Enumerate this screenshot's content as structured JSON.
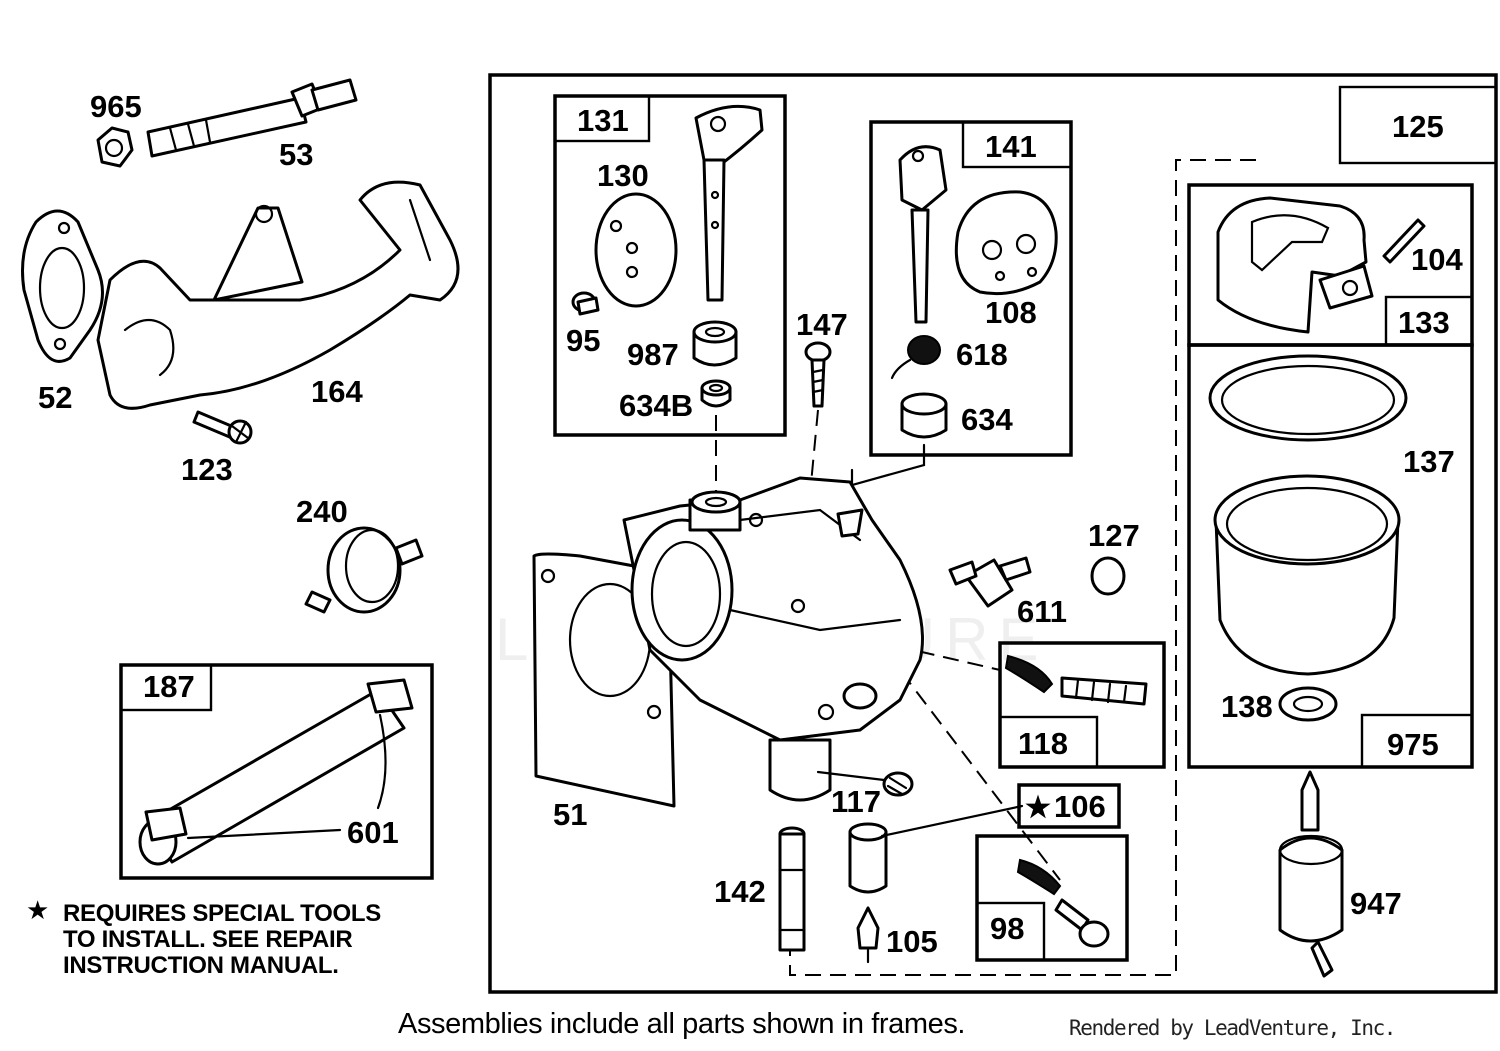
{
  "part_labels": {
    "p965": "965",
    "p53": "53",
    "p52": "52",
    "p164": "164",
    "p123": "123",
    "p240": "240",
    "p187": "187",
    "p601": "601",
    "p131": "131",
    "p130": "130",
    "p95": "95",
    "p987": "987",
    "p634b": "634B",
    "p147": "147",
    "p141": "141",
    "p108": "108",
    "p618": "618",
    "p634": "634",
    "p125": "125",
    "p104": "104",
    "p133": "133",
    "p137": "137",
    "p138": "138",
    "p975": "975",
    "p127": "127",
    "p611": "611",
    "p118": "118",
    "p51": "51",
    "p117": "117",
    "p106": "106",
    "p98": "98",
    "p142": "142",
    "p105": "105",
    "p947": "947"
  },
  "special_tool_marker": "★",
  "note": {
    "star": "★",
    "line1": "REQUIRES SPECIAL TOOLS",
    "line2": "TO INSTALL.  SEE REPAIR",
    "line3": "INSTRUCTION MANUAL."
  },
  "footer": {
    "main": "Assemblies include all parts shown in frames.",
    "credit": "Rendered by LeadVenture, Inc."
  },
  "watermark": "LEADVENTURE"
}
